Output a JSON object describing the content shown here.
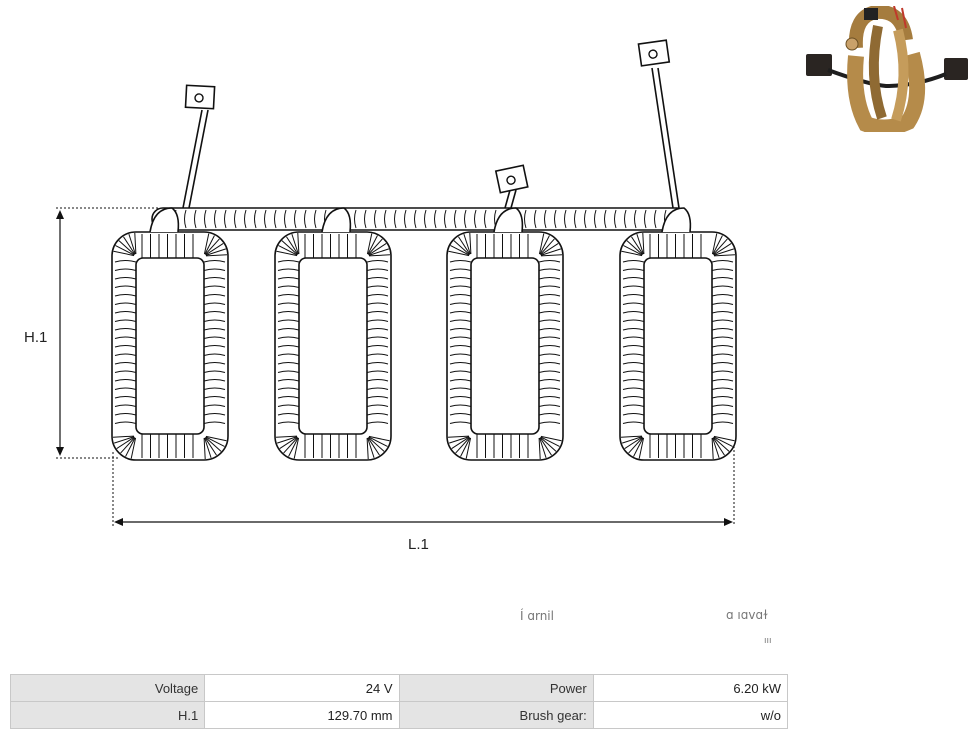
{
  "dimensions": {
    "height_label": "H.1",
    "length_label": "L.1"
  },
  "faint_text": {
    "left": "Í ɑrnil",
    "right": "ɑ ıɑvɑɫ",
    "small": "ııı"
  },
  "specs": [
    {
      "label": "Voltage",
      "value": "24 V"
    },
    {
      "label": "Power",
      "value": "6.20 kW"
    },
    {
      "label": "H.1",
      "value": "129.70 mm"
    },
    {
      "label": "Brush gear:",
      "value": "w/o"
    }
  ],
  "colors": {
    "line": "#111111",
    "table_label_bg": "#e4e4e4",
    "table_border": "#c8c8c8"
  }
}
